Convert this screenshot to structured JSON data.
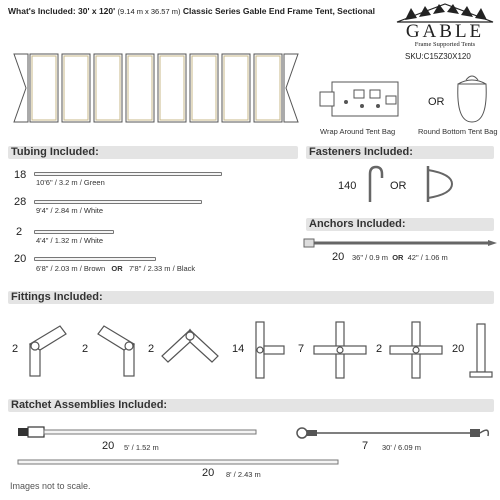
{
  "header": {
    "title_main": "What's Included: 30' x 120'",
    "title_metric": "(9.14 m x 36.57 m)",
    "title_rest": "Classic Series Gable End Frame Tent, Sectional",
    "logo_word": "GABLE",
    "logo_sub": "Frame Supported Tents",
    "sku": "SKU:C15Z30X120"
  },
  "bags": {
    "wrap_label": "Wrap Around Tent Bag",
    "or_label": "OR",
    "round_label": "Round Bottom Tent Bag"
  },
  "tubing": {
    "heading": "Tubing Included:",
    "items": [
      {
        "qty": "18",
        "size": "10'6\" / 3.2 m",
        "color": "Green",
        "length_ft": 10.5
      },
      {
        "qty": "28",
        "size": "9'4\" / 2.84 m",
        "color": "White",
        "length_ft": 9.33
      },
      {
        "qty": "2",
        "size": "4'4\" / 1.32 m",
        "color": "White",
        "length_ft": 4.33
      },
      {
        "qty": "20",
        "size": "6'8\" / 2.03 m",
        "color": "Brown",
        "or": "OR",
        "alt_size": "7'8\" / 2.33 m",
        "alt_color": "Black",
        "length_ft": 6.67
      }
    ]
  },
  "fasteners": {
    "heading": "Fasteners Included:",
    "qty": "140",
    "or_label": "OR"
  },
  "anchors": {
    "heading": "Anchors Included:",
    "qty": "20",
    "size_a": "36\" / 0.9 m",
    "or_label": "OR",
    "size_b": "42\" / 1.06 m"
  },
  "fittings": {
    "heading": "Fittings Included:",
    "qtys": [
      "2",
      "2",
      "2",
      "14",
      "7",
      "2",
      "20"
    ]
  },
  "ratchets": {
    "heading": "Ratchet Assemblies Included:",
    "items": [
      {
        "qty": "20",
        "size": "5' / 1.52 m"
      },
      {
        "qty": "7",
        "size": "30' / 6.09 m"
      },
      {
        "qty": "20",
        "size": "8' / 2.43 m"
      }
    ]
  },
  "footer": {
    "note": "Images not to scale."
  }
}
